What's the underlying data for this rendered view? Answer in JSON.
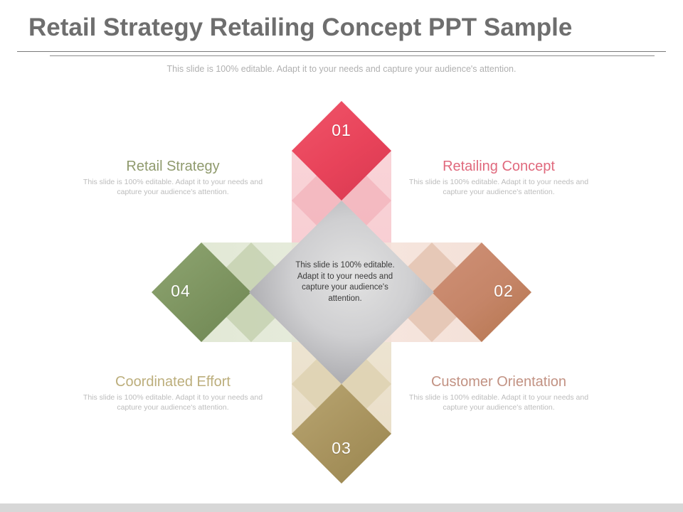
{
  "slide": {
    "title": "Retail Strategy Retailing Concept PPT Sample",
    "subtitle": "This slide is 100% editable. Adapt it to your needs and capture your audience's attention.",
    "body_text": "This slide is 100% editable. Adapt it to your needs and capture your audience's attention.",
    "center_text": "This slide is 100% editable. Adapt it to your needs and capture your audience's attention."
  },
  "colors": {
    "title": "#6e6e6e",
    "subtitle": "#b0b0b0",
    "body": "#bcbcbc",
    "footer_bar": "#d7d7d7",
    "red": "#e8435a",
    "red_light": "#f8cfd4",
    "red_mid": "#f3aeb6",
    "terracotta": "#c58568",
    "terracotta_light": "#f6e7e0",
    "terracotta_mid": "#e0bcaa",
    "gold": "#a8935e",
    "gold_light": "#efe7d8",
    "gold_mid": "#d9ccab",
    "green": "#7d9460",
    "green_light": "#e6ebdb",
    "green_mid": "#bccba4",
    "center_gray_light": "#d9d9d9",
    "center_gray_dark": "#9a9a9e"
  },
  "nodes": [
    {
      "id": "01",
      "number": "01",
      "heading": "Retail Strategy",
      "heading_color": "#8f9a6d",
      "body": "This slide is 100% editable. Adapt it to your needs and capture your audience's attention.",
      "diamond_color": "#e8435a",
      "position": "top"
    },
    {
      "id": "02",
      "number": "02",
      "heading": "Retailing Concept",
      "heading_color": "#e0697d",
      "body": "This slide is 100% editable. Adapt it to your needs and capture your audience's attention.",
      "diamond_color": "#c58568",
      "position": "right"
    },
    {
      "id": "03",
      "number": "03",
      "heading": "Coordinated Effort",
      "heading_color": "#bcae7c",
      "body": "This slide is 100% editable. Adapt it to your needs and capture your audience's attention.",
      "diamond_color": "#a8935e",
      "position": "bottom"
    },
    {
      "id": "04",
      "number": "04",
      "heading": "Customer Orientation",
      "heading_color": "#c29283",
      "body": "This slide is 100% editable. Adapt it to your needs and capture your audience's attention.",
      "diamond_color": "#7d9460",
      "position": "left"
    }
  ],
  "labels": {
    "top_left": {
      "heading": "Retail Strategy",
      "color": "#8f9a6d"
    },
    "top_right": {
      "heading": "Retailing Concept",
      "color": "#e0697d"
    },
    "bottom_left": {
      "heading": "Coordinated Effort",
      "color": "#bcae7c"
    },
    "bottom_right": {
      "heading": "Customer Orientation",
      "color": "#c29283"
    }
  }
}
